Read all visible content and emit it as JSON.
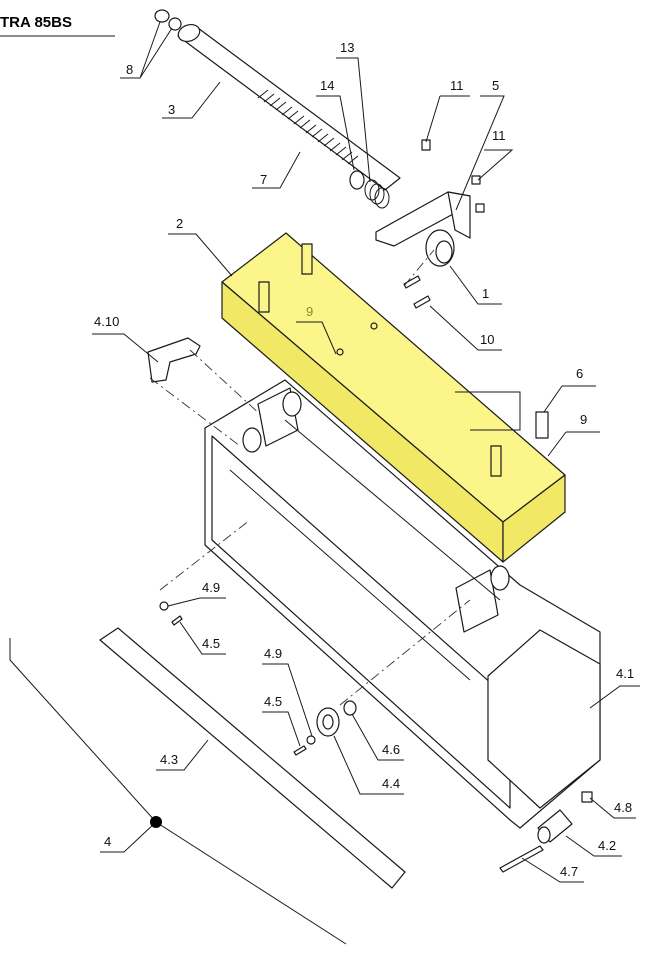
{
  "title": "TRA 85BS",
  "highlight_color": "#fbf58a",
  "callouts": {
    "c8": "8",
    "c3": "3",
    "c7": "7",
    "c14": "14",
    "c13": "13",
    "c11a": "11",
    "c5": "5",
    "c11b": "11",
    "c2": "2",
    "c1": "1",
    "c9a": "9",
    "c10": "10",
    "c410": "4.10",
    "c6": "6",
    "c9b": "9",
    "c49a": "4.9",
    "c45a": "4.5",
    "c49b": "4.9",
    "c45b": "4.5",
    "c46": "4.6",
    "c44": "4.4",
    "c43": "4.3",
    "c4": "4",
    "c41": "4.1",
    "c48": "4.8",
    "c42": "4.2",
    "c47": "4.7"
  }
}
